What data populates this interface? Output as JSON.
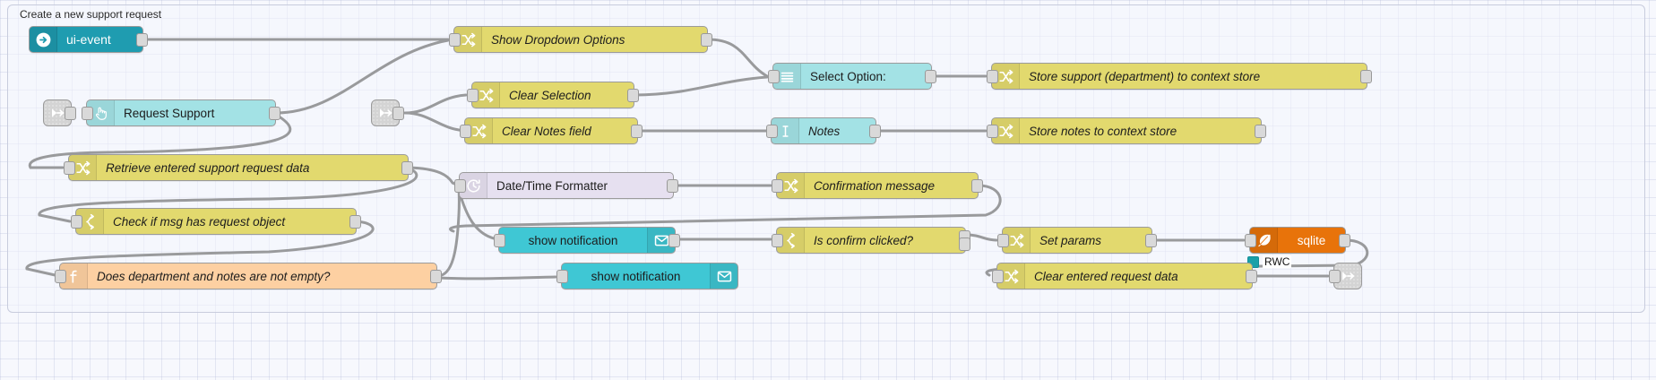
{
  "workspace": {
    "group_label": "Create a new support request",
    "background": "#f7f8fd",
    "wire_color": "#999a9c"
  },
  "palette_colors": {
    "change": "#e2d96e",
    "switch": "#e2d96e",
    "function": "#fdd0a2",
    "ui_widget": "#a3e2e5",
    "ui_event": "#1f9cb0",
    "notification": "#3fc7d4",
    "date_formatter": "#e6e0f0",
    "sqlite": "#e8730a",
    "link_node": "#d4d4d4",
    "status_dot": "#1aa0a8"
  },
  "nodes": [
    {
      "id": "ui-event",
      "label": "ui-event",
      "icon": "arrow-right-circle-icon",
      "type": "ui_event"
    },
    {
      "id": "request-support",
      "label": "Request Support",
      "icon": "pointer-hand-icon",
      "type": "ui_widget"
    },
    {
      "id": "show-dropdown",
      "label": "Show Dropdown Options",
      "icon": "change-swap-icon",
      "type": "change"
    },
    {
      "id": "clear-selection",
      "label": "Clear Selection",
      "icon": "change-swap-icon",
      "type": "change"
    },
    {
      "id": "clear-notes",
      "label": "Clear Notes field",
      "icon": "change-swap-icon",
      "type": "change"
    },
    {
      "id": "select-option",
      "label": "Select Option:",
      "icon": "list-lines-icon",
      "type": "ui_widget"
    },
    {
      "id": "notes",
      "label": "Notes",
      "icon": "text-cursor-icon",
      "type": "ui_widget"
    },
    {
      "id": "store-support",
      "label": "Store support (department) to context store",
      "icon": "change-swap-icon",
      "type": "change"
    },
    {
      "id": "store-notes",
      "label": "Store notes to context store",
      "icon": "change-swap-icon",
      "type": "change"
    },
    {
      "id": "retrieve-data",
      "label": "Retrieve entered support request data",
      "icon": "change-swap-icon",
      "type": "change"
    },
    {
      "id": "check-msg",
      "label": "Check if msg has request object",
      "icon": "switch-branch-icon",
      "type": "switch"
    },
    {
      "id": "dept-notes-empty",
      "label": "Does department and notes are not empty?",
      "icon": "function-f-icon",
      "type": "function"
    },
    {
      "id": "datetime-formatter",
      "label": "Date/Time Formatter",
      "icon": "clock-icon",
      "type": "date_formatter"
    },
    {
      "id": "confirmation-msg",
      "label": "Confirmation message",
      "icon": "change-swap-icon",
      "type": "change"
    },
    {
      "id": "show-notification-1",
      "label": "show notification",
      "icon": "envelope-icon",
      "type": "notification"
    },
    {
      "id": "show-notification-2",
      "label": "show notification",
      "icon": "envelope-icon",
      "type": "notification"
    },
    {
      "id": "is-confirm-clicked",
      "label": "Is confirm clicked?",
      "icon": "switch-branch-icon",
      "type": "switch"
    },
    {
      "id": "set-params",
      "label": "Set params",
      "icon": "change-swap-icon",
      "type": "change"
    },
    {
      "id": "sqlite",
      "label": "sqlite",
      "icon": "feather-icon",
      "type": "sqlite"
    },
    {
      "id": "clear-request-data",
      "label": "Clear entered request data",
      "icon": "change-swap-icon",
      "type": "change"
    }
  ],
  "status_badges": [
    {
      "for": "sqlite",
      "text": "RWC",
      "color": "#1aa0a8"
    }
  ],
  "link_nodes": [
    {
      "id": "link-in-1",
      "icon": "link-in-icon"
    },
    {
      "id": "link-in-2",
      "icon": "link-in-icon"
    },
    {
      "id": "link-out-1",
      "icon": "link-out-icon"
    }
  ]
}
